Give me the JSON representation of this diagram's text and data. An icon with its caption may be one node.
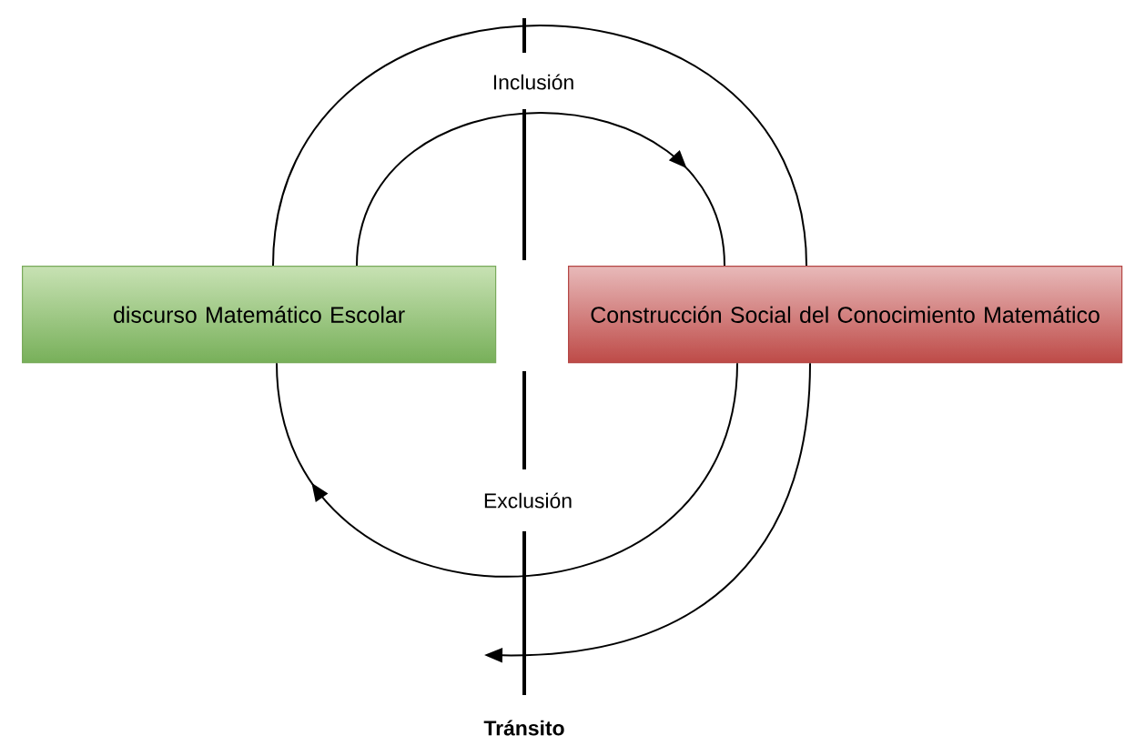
{
  "diagram": {
    "nodes": [
      {
        "text": [
          "discurso Matemático Escolar"
        ]
      },
      {
        "text": [
          "Construcción Social del Conocimiento Matemático"
        ]
      }
    ],
    "edges": [
      {
        "from": 0,
        "to": 1,
        "arrow": "none"
      },
      {
        "from": 0,
        "to": 1,
        "arrow": "to"
      },
      {
        "from": 1,
        "to": 0,
        "arrow": "to"
      },
      {
        "from": 1,
        "to": null,
        "arrow": "to"
      }
    ],
    "labels": [
      "Inclusión",
      "Exclusión",
      "Tránsito"
    ]
  }
}
